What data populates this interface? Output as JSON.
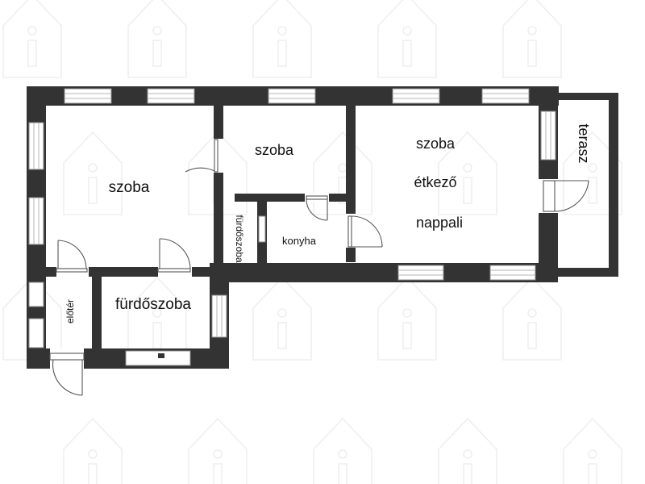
{
  "rooms": {
    "szoba_left": "szoba",
    "szoba_middle": "szoba",
    "szoba_right": "szoba",
    "etkezo": "étkező",
    "nappali": "nappali",
    "konyha": "konyha",
    "furdoszoba_small": "fürdőszoba",
    "furdoszoba_large": "fürdőszoba",
    "eloter": "előtér",
    "terasz": "terasz"
  },
  "colors": {
    "wall": "#333333",
    "watermark": "#efefef",
    "window_frame": "#8a8a8a",
    "door_line": "#555555",
    "label": "#111111"
  },
  "icons": {
    "watermark": "house-info-icon"
  }
}
